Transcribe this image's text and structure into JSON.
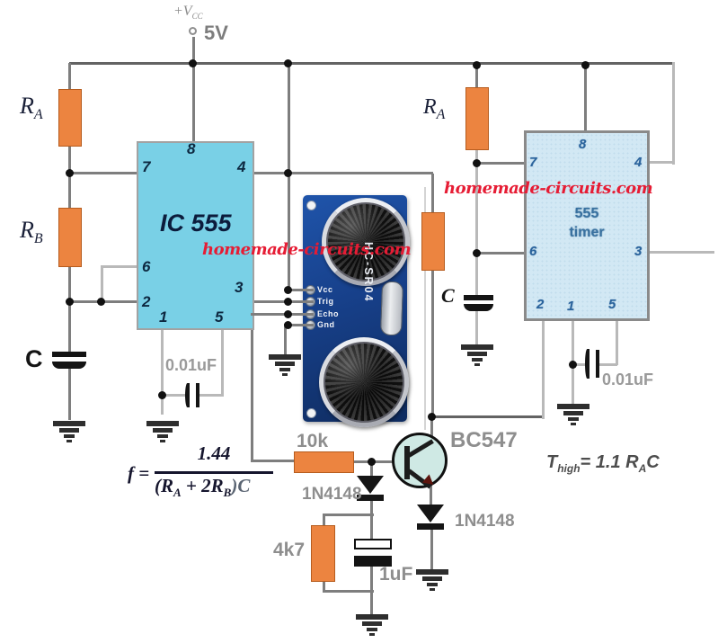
{
  "power": {
    "plus_v": "+V",
    "vcc_sub": "CC",
    "voltage": "5V"
  },
  "watermark": {
    "text": "homemade-circuits.com",
    "color": "#e61c34"
  },
  "ic1": {
    "label": "IC 555",
    "pin8": "8",
    "pin7": "7",
    "pin4": "4",
    "pin6": "6",
    "pin2": "2",
    "pin3": "3",
    "pin1": "1",
    "pin5": "5"
  },
  "ic2": {
    "label_line1": "555",
    "label_line2": "timer",
    "pin8": "8",
    "pin7": "7",
    "pin4": "4",
    "pin6": "6",
    "pin3": "3",
    "pin2": "2",
    "pin1": "1",
    "pin5": "5"
  },
  "sensor": {
    "name": "HC-SR04",
    "pin_vcc": "Vcc",
    "pin_trig": "Trig",
    "pin_echo": "Echo",
    "pin_gnd": "Gnd"
  },
  "labels": {
    "r_base": "R",
    "ra_sub": "A",
    "rb_sub": "B",
    "c": "C",
    "cap_timing": "0.01uF",
    "r_10k": "10k",
    "r_4k7": "4k7",
    "cap_1uf": "1uF",
    "diode": "1N4148",
    "transistor": "BC547"
  },
  "formulas": {
    "f_lhs": "f =",
    "f_num": "1.44",
    "f_den_p1": "(R",
    "f_den_s1": "A",
    "f_den_p2": " + 2R",
    "f_den_s2": "B",
    "f_den_p3": ")C",
    "t_p1": "T",
    "t_s1": "high",
    "t_p2": "= 1.1 R",
    "t_s2": "A",
    "t_p3": "C"
  },
  "colors": {
    "resistor": "#ec8440",
    "ic1_fill": "#79d0e6",
    "ic2_fill": "#d2e8f4",
    "pcb": "#17408a",
    "wire": "#7e7e7e"
  }
}
